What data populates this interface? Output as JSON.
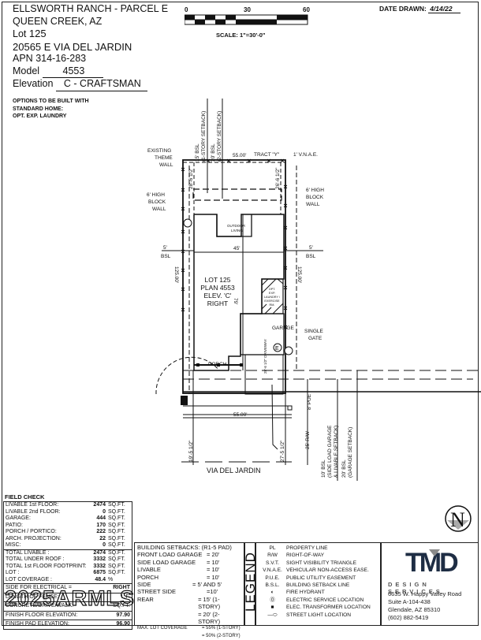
{
  "header": {
    "project": "ELLSWORTH RANCH - PARCEL E",
    "city": "QUEEN CREEK, AZ",
    "lot_label": "Lot",
    "lot": "125",
    "address": "20565 E VIA DEL JARDIN",
    "apn_label": "APN",
    "apn": "314-16-283",
    "model_label": "Model",
    "model": "4553",
    "elevation_label": "Elevation",
    "elevation": "C - CRAFTSMAN",
    "notes": [
      "OPTIONS TO BE BUILT WITH",
      "STANDARD HOME:",
      "OPT. EXP. LAUNDRY"
    ]
  },
  "scale_bar": {
    "ticks": [
      "0",
      "30",
      "60"
    ],
    "caption": "SCALE: 1\"=30'-0\""
  },
  "date_drawn": {
    "label": "DATE DRAWN:",
    "value": "4/14/22"
  },
  "site_plan": {
    "labels": {
      "bsl15": "15' BSL",
      "bsl15_sub": "(1-STORY SETBACK)",
      "bsl20": "20' BSL",
      "bsl20_sub": "(2-STORY SETBACK)",
      "existing_theme_wall": [
        "EXISTING",
        "THEME",
        "WALL"
      ],
      "left_block_wall": [
        "6' HIGH",
        "BLOCK",
        "WALL"
      ],
      "right_block_wall": [
        "6' HIGH",
        "BLOCK",
        "WALL"
      ],
      "rear_width": "55.00'",
      "tract": "TRACT \"Y\"",
      "vnae": "1' V.N.A.E.",
      "rear_dim_left": "28'-6 1/2\"",
      "rear_dim_right": "26'-6 1/2\"",
      "outdoor_living": [
        "OUTDOOR",
        "LIVING"
      ],
      "house_width": "45'",
      "side_left": [
        "5'",
        "BSL"
      ],
      "side_right": [
        "5'",
        "BSL"
      ],
      "lot_depth_left": "125.00'",
      "lot_depth_right": "125.00'",
      "lot_info": [
        "LOT 125",
        "PLAN 4553",
        "ELEV. 'C'",
        "RIGHT"
      ],
      "house_depth": "79'",
      "opt_laundry": [
        "OPT.",
        "EXP.",
        "LAUNDRY /",
        "EXERCISE",
        "RM."
      ],
      "garage": "GARAGE",
      "single_gate": [
        "SINGLE",
        "GATE"
      ],
      "porch": "PORCH",
      "driveway": "28'-6 1/2\" DRIVEWAY",
      "front_width": "55.00'",
      "pue": "8' PUE",
      "rw": "25' R/W",
      "front_dim_left": "19'-5 1/2\"",
      "front_dim_right": "27'-5 1/2\"",
      "street": "VIA DEL JARDIN",
      "bsl10": "10' BSL",
      "bsl10_sub": [
        "(SIDE LOAD GARAGE",
        "& LIVABLE SETBACK)"
      ],
      "bsl20g": "20' BSL",
      "bsl20g_sub": "(GARAGE SETBACK)"
    }
  },
  "field_check": {
    "title": "FIELD CHECK",
    "areas": [
      {
        "label": "LIVABLE 1st FLOOR:",
        "value": "2474",
        "unit": "SQ.FT."
      },
      {
        "label": "LIVABLE 2nd FLOOR:",
        "value": "0",
        "unit": "SQ.FT."
      },
      {
        "label": "GARAGE:",
        "value": "444",
        "unit": "SQ.FT."
      },
      {
        "label": "PATIO:",
        "value": "170",
        "unit": "SQ.FT."
      },
      {
        "label": "PORCH / PORTICO:",
        "value": "222",
        "unit": "SQ.FT."
      },
      {
        "label": "ARCH. PROJECTION:",
        "value": "22",
        "unit": "SQ.FT."
      },
      {
        "label": "MISC:",
        "value": "0",
        "unit": "SQ.FT."
      }
    ],
    "totals": [
      {
        "label": "TOTAL LIVABLE :",
        "value": "2474",
        "unit": "SQ.FT."
      },
      {
        "label": "TOTAL UNDER ROOF :",
        "value": "3332",
        "unit": "SQ.FT."
      },
      {
        "label": "TOTAL 1st FLOOR FOOTPRINT:",
        "value": "3332",
        "unit": "SQ.FT."
      },
      {
        "label": "LOT :",
        "value": "6875",
        "unit": "SQ.FT."
      },
      {
        "label": "LOT COVERAGE :",
        "value": "48.4",
        "unit": "%"
      }
    ],
    "side_for_electrical_label": "SIDE FOR ELECTRICAL =",
    "side_for_electrical": "RIGHT",
    "length_of_fence_label": "LENGTH OF FENCE:",
    "length_of_fence_unit": "L.F.",
    "concrete_label": "CONCRETE/DRIVE/WALK:",
    "concrete_unit": "SQ.FT.",
    "finish_floor_label": "FINISH FLOOR ELEVATION:",
    "finish_floor": "97.90",
    "finish_pad_label": "FINISH PAD ELEVATION:",
    "finish_pad": "96.90",
    "watermark": "2025ARMLS"
  },
  "setbacks": {
    "title": "BUILDING SETBACKS: (R1-5 PAD)",
    "rows": [
      {
        "label": "FRONT LOAD GARAGE",
        "value": "= 20'"
      },
      {
        "label": "SIDE LOAD GARAGE",
        "value": "= 10'"
      },
      {
        "label": "LIVABLE",
        "value": "= 10'"
      },
      {
        "label": "PORCH",
        "value": "= 10'"
      },
      {
        "label": "SIDE",
        "value": "= 5' AND 5'"
      },
      {
        "label": "STREET SIDE",
        "value": "=10'"
      },
      {
        "label": "REAR",
        "value": "= 15' (1-STORY)"
      },
      {
        "label": "",
        "value": "= 20' (2-STORY)"
      }
    ],
    "coverage": [
      {
        "label": "MAX. LOT COVERAGE",
        "value": "= 55% (1-STORY)"
      },
      {
        "label": "",
        "value": "= 50% (2-STORY)"
      }
    ]
  },
  "legend": {
    "title": "LEGEND",
    "items": [
      {
        "symbol": "PL",
        "text": "PROPERTY LINE"
      },
      {
        "symbol": "R/W",
        "text": "RIGHT-OF-WAY"
      },
      {
        "symbol": "S.V.T.",
        "text": "SIGHT VISIBILITY TRIANGLE"
      },
      {
        "symbol": "V.N.A.E.",
        "text": "VEHICULAR NON-ACCESS EASE."
      },
      {
        "symbol": "P.U.E.",
        "text": "PUBLIC UTILITY EASEMENT"
      },
      {
        "symbol": "B.S.L.",
        "text": "BUILDING SETBACK LINE"
      },
      {
        "symbol": "fire-hydrant",
        "text": "FIRE HYDRANT"
      },
      {
        "symbol": "electric-service",
        "text": "ELECTRIC SERVICE LOCATION"
      },
      {
        "symbol": "transformer",
        "text": "ELEC. TRANSFORMER LOCATION"
      },
      {
        "symbol": "street-light",
        "text": "STREET LIGHT LOCATION"
      }
    ]
  },
  "company": {
    "logo": "TMD",
    "tagline": "DESIGN SERVICES",
    "address": [
      "6635 W. Happy Valley Road",
      "Suite A-104-438",
      "Glendale, AZ 85310",
      "(602) 882-5419"
    ],
    "colors": {
      "navy": "#1e2d44",
      "gray": "#8a8a8a"
    }
  },
  "north_arrow": {
    "label": "N"
  }
}
